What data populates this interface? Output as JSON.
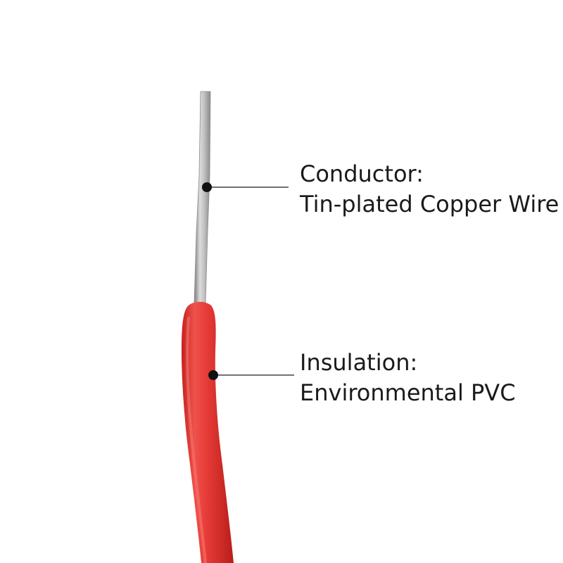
{
  "callouts": {
    "conductor": {
      "title": "Conductor:",
      "detail": "Tin-plated Copper Wire"
    },
    "insulation": {
      "title": "Insulation:",
      "detail": "Environmental PVC"
    }
  },
  "colors": {
    "background": "#ffffff",
    "conductor": "#b8b8b8",
    "insulation": "#e53a36",
    "leader_line": "#444444",
    "text": "#1a1a1a"
  }
}
